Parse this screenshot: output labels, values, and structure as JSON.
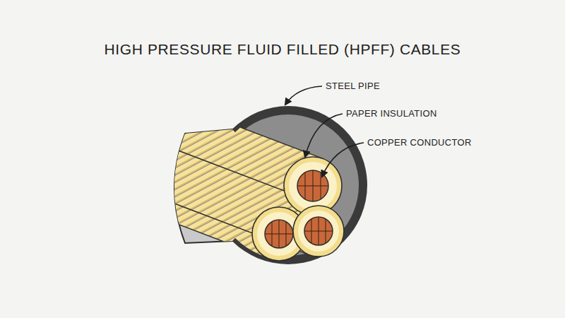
{
  "diagram": {
    "title": "HIGH PRESSURE FLUID FILLED (HPFF) CABLES",
    "labels": [
      "STEEL PIPE",
      "PAPER INSULATION",
      "COPPER CONDUCTOR"
    ]
  }
}
